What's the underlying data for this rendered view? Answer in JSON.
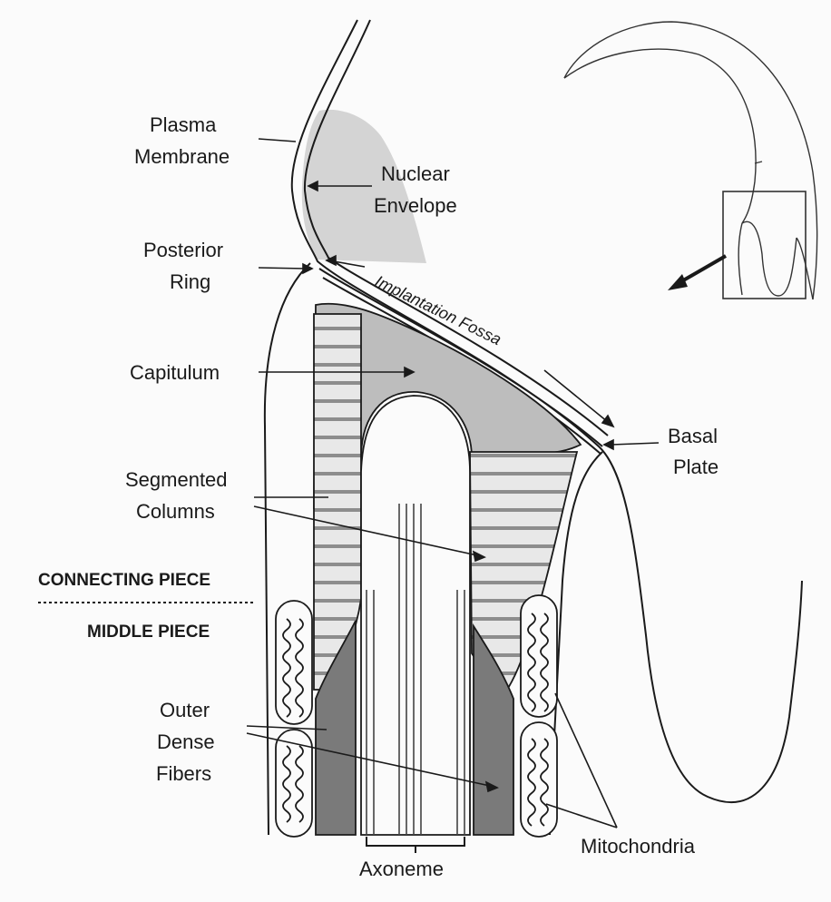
{
  "labels": {
    "plasma_membrane_1": "Plasma",
    "plasma_membrane_2": "Membrane",
    "nuclear_envelope_1": "Nuclear",
    "nuclear_envelope_2": "Envelope",
    "posterior_ring_1": "Posterior",
    "posterior_ring_2": "Ring",
    "implantation_fossa": "Implantation Fossa",
    "capitulum": "Capitulum",
    "basal_plate_1": "Basal",
    "basal_plate_2": "Plate",
    "segmented_columns_1": "Segmented",
    "segmented_columns_2": "Columns",
    "connecting_piece": "CONNECTING PIECE",
    "middle_piece": "MIDDLE PIECE",
    "outer_dense_fibers_1": "Outer",
    "outer_dense_fibers_2": "Dense",
    "outer_dense_fibers_3": "Fibers",
    "axoneme": "Axoneme",
    "mitochondria": "Mitochondria"
  },
  "colors": {
    "background": "#fbfbfb",
    "line": "#1a1a1a",
    "nucleus_fill": "#d4d4d4",
    "capitulum_fill": "#bdbdbd",
    "column_fill": "#c9c9c9",
    "dense_fiber_fill": "#7a7a7a"
  }
}
